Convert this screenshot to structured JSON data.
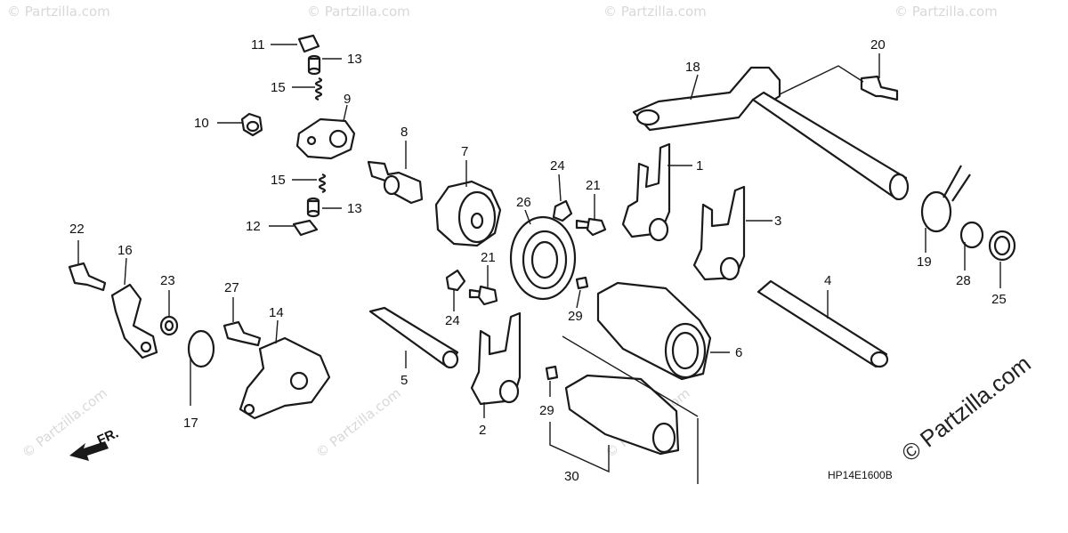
{
  "diagram": {
    "code": "HP14E1600B",
    "watermark": "© Partzilla.com",
    "watermark_faint": "© Partzilla.com",
    "front_label": "FR.",
    "callouts": {
      "c1": "1",
      "c2": "2",
      "c3": "3",
      "c4": "4",
      "c5": "5",
      "c6": "6",
      "c7": "7",
      "c8": "8",
      "c9": "9",
      "c10": "10",
      "c11": "11",
      "c12": "12",
      "c13a": "13",
      "c13b": "13",
      "c14": "14",
      "c15a": "15",
      "c15b": "15",
      "c16": "16",
      "c17": "17",
      "c18": "18",
      "c19": "19",
      "c20": "20",
      "c21a": "21",
      "c21b": "21",
      "c22": "22",
      "c23": "23",
      "c24a": "24",
      "c24b": "24",
      "c25": "25",
      "c26": "26",
      "c27": "27",
      "c28": "28",
      "c29a": "29",
      "c29b": "29",
      "c30": "30"
    }
  }
}
